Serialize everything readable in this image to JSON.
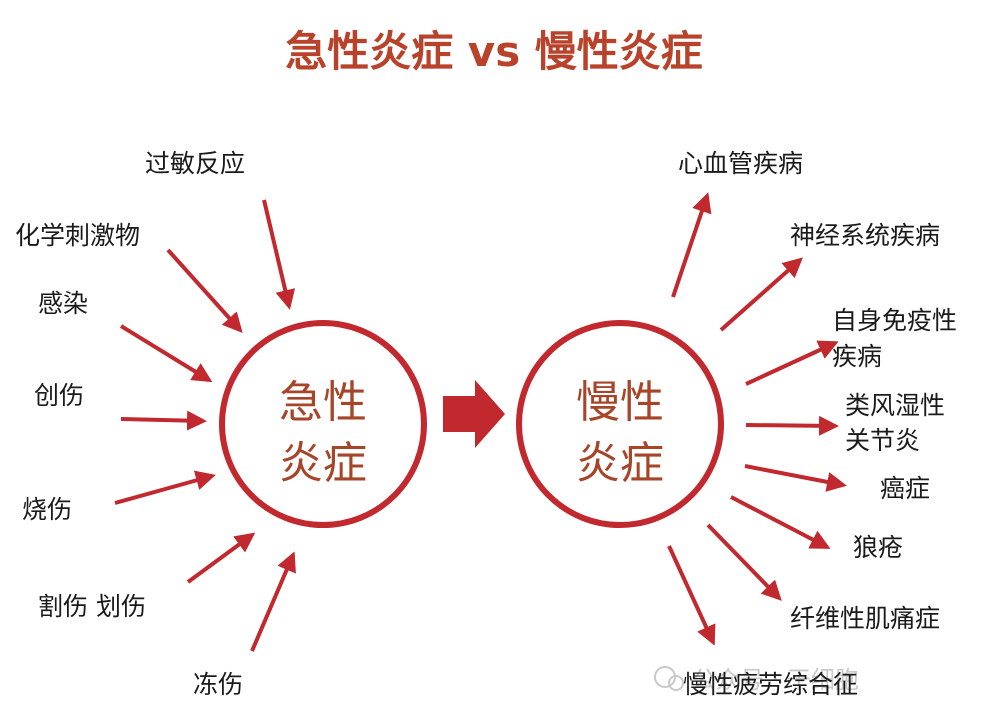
{
  "title": "急性炎症 vs 慢性炎症",
  "colors": {
    "accent": "#c1292e",
    "title": "#b8422a",
    "circle_text": "#a64528",
    "label": "#1a1a1a"
  },
  "acute": {
    "circle_line1": "急性",
    "circle_line2": "炎症",
    "causes": [
      "过敏反应",
      "化学刺激物",
      "感染",
      "创伤",
      "烧伤",
      "割伤 划伤",
      "冻伤"
    ]
  },
  "chronic": {
    "circle_line1": "慢性",
    "circle_line2": "炎症",
    "diseases": [
      [
        "心血管疾病"
      ],
      [
        "神经系统疾病"
      ],
      [
        "自身免疫性",
        "疾病"
      ],
      [
        "类风湿性",
        "关节炎"
      ],
      [
        "癌症"
      ],
      [
        "狼疮"
      ],
      [
        "纤维性肌痛症"
      ],
      [
        "慢性疲劳综合征"
      ]
    ]
  },
  "watermark": "公众号 · 干细胞"
}
